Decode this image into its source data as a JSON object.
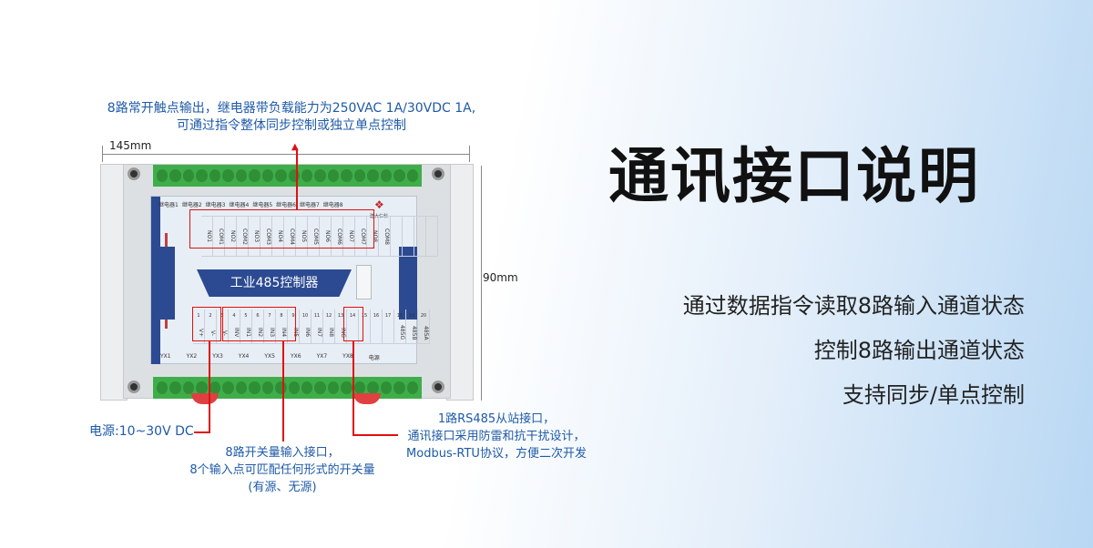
{
  "title": "通讯接口说明",
  "features": [
    "通过数据指令读取8路输入通道状态",
    "控制8路输出通道状态",
    "支持同步/单点控制"
  ],
  "dimensions": {
    "width": "145mm",
    "height": "90mm"
  },
  "annotations": {
    "relay_output": [
      "8路常开触点输出，继电器带负载能力为250VAC 1A/30VDC 1A,",
      "可通过指令整体同步控制或独立单点控制"
    ],
    "power": "电源:10~30V DC",
    "digital_input": [
      "8路开关量输入接口，",
      "8个输入点可匹配任何形式的开关量",
      "(有源、无源)"
    ],
    "rs485": [
      "1路RS485从站接口，",
      "通讯接口采用防雷和抗干扰设计，",
      "Modbus-RTU协议，方便二次开发"
    ]
  },
  "device": {
    "product_name": "工业485控制器",
    "brand": "建大仁科",
    "relay_labels": [
      "继电器1",
      "继电器2",
      "继电器3",
      "继电器4",
      "继电器5",
      "继电器6",
      "继电器7",
      "继电器8"
    ],
    "top_terminals": [
      "NO1",
      "COM1",
      "NO2",
      "COM2",
      "NO3",
      "COM3",
      "NO4",
      "COM4",
      "NO5",
      "COM5",
      "NO6",
      "COM6",
      "NO7",
      "COM7",
      "NO8",
      "COM8",
      "",
      "",
      "",
      ""
    ],
    "bottom_numbers": [
      "1",
      "2",
      "3",
      "4",
      "5",
      "6",
      "7",
      "8",
      "9",
      "10",
      "11",
      "12",
      "13",
      "14",
      "15",
      "16",
      "17",
      "18",
      "19",
      "20"
    ],
    "bottom_terminals": [
      "V+",
      "V-",
      "V-",
      "INV",
      "IN1",
      "IN2",
      "IN3",
      "IN4",
      "IN5",
      "IN6",
      "IN7",
      "IN8",
      "ING",
      "",
      "",
      "",
      "",
      "485G",
      "485B",
      "485A"
    ],
    "indicator_labels": [
      "YX1",
      "YX2",
      "YX3",
      "YX4",
      "YX5",
      "YX6",
      "YX7",
      "YX8",
      "电源"
    ]
  },
  "colors": {
    "annotation": "#1e5aa8",
    "pointer": "#e01010",
    "panel": "#2b4a92",
    "terminal": "#3fae4a"
  }
}
